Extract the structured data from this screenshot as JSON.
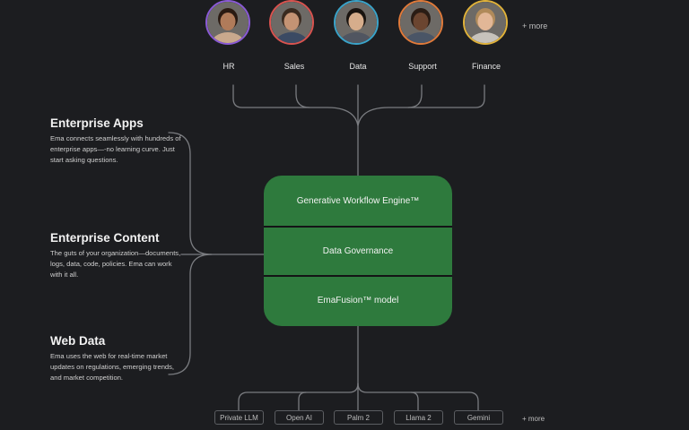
{
  "teams": [
    {
      "label": "HR",
      "ring": "#8a5ad6",
      "skin": "#b07b5a",
      "hair": "#2a1a12",
      "shirt": "#c9a98d"
    },
    {
      "label": "Sales",
      "ring": "#d9534f",
      "skin": "#c49374",
      "hair": "#3a2a1f",
      "shirt": "#3b4a63"
    },
    {
      "label": "Data",
      "ring": "#3aa3c9",
      "skin": "#d6ad8c",
      "hair": "#1a1410",
      "shirt": "#505560"
    },
    {
      "label": "Support",
      "ring": "#e07a3a",
      "skin": "#6b4530",
      "hair": "#2a1c14",
      "shirt": "#4a5566"
    },
    {
      "label": "Finance",
      "ring": "#e0b23a",
      "skin": "#e2b797",
      "hair": "#b08a5a",
      "shirt": "#c7c2bb"
    }
  ],
  "more_top": "+ more",
  "sections": [
    {
      "title": "Enterprise Apps",
      "body": "Ema connects seamlessly with hundreds of enterprise apps—-no learning curve. Just start asking questions."
    },
    {
      "title": "Enterprise Content",
      "body": "The guts of your organization—documents, logs, data, code, policies. Ema can work with it all."
    },
    {
      "title": "Web Data",
      "body": "Ema uses the web for real-time market updates on regulations, emerging trends, and market competition."
    }
  ],
  "engine": {
    "layers": [
      "Generative Workflow Engine™",
      "Data Governance",
      "EmaFusion™ model"
    ],
    "color": "#2e7a3d"
  },
  "models": [
    "Private LLM",
    "Open AI",
    "Palm 2",
    "Llama 2",
    "Gemini"
  ],
  "more_bottom": "+ more",
  "colors": {
    "background": "#1c1d20",
    "connector": "#7a7c80"
  }
}
